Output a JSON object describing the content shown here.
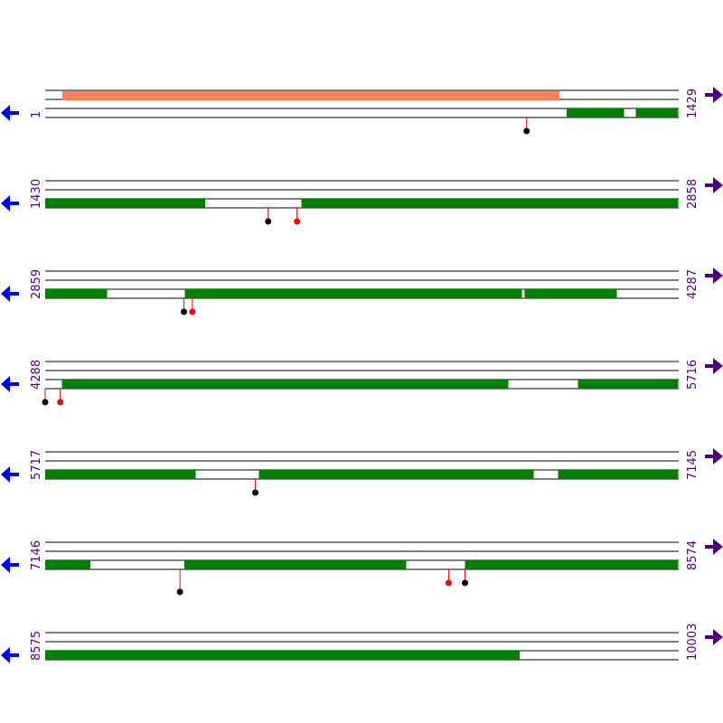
{
  "colors": {
    "track_line": "#000000",
    "frame_fill": "#008000",
    "highlight_fill": "#ff7f50",
    "marker_black": "#000000",
    "marker_red": "#ff0000",
    "stem": "#ff0000",
    "coord_text": "#4b0082",
    "left_arrow": "#0000ff",
    "right_arrow": "#4b0082"
  },
  "icons": {
    "left": "arrow-left-icon",
    "right": "arrow-right-icon"
  },
  "segment_length": 1429,
  "rows": [
    {
      "start": 1,
      "end": 1429,
      "start_label": "1",
      "end_label": "1429",
      "highlights": [
        [
          40,
          1161
        ]
      ],
      "frame_blocks": [
        [
          1177,
          1307
        ],
        [
          1333,
          1429
        ]
      ],
      "markers": [
        {
          "pos": 1087,
          "color": "black",
          "stem_len": 16
        }
      ]
    },
    {
      "start": 1430,
      "end": 2858,
      "start_label": "1430",
      "end_label": "2858",
      "highlights": [],
      "frame_blocks": [
        [
          1430,
          1791
        ],
        [
          2008,
          2858
        ]
      ],
      "markers": [
        {
          "pos": 1933,
          "color": "black",
          "stem_len": 16
        },
        {
          "pos": 1998,
          "color": "red",
          "stem_len": 16
        }
      ]
    },
    {
      "start": 2859,
      "end": 4287,
      "start_label": "2859",
      "end_label": "4287",
      "highlights": [],
      "frame_blocks": [
        [
          2859,
          2999
        ],
        [
          3174,
          3934
        ],
        [
          3940,
          4148
        ]
      ],
      "markers": [
        {
          "pos": 3172,
          "color": "black",
          "stem_len": 16
        },
        {
          "pos": 3191,
          "color": "red",
          "stem_len": 16
        }
      ]
    },
    {
      "start": 4288,
      "end": 5716,
      "start_label": "4288",
      "end_label": "5716",
      "highlights": [],
      "frame_blocks": [
        [
          4326,
          5333
        ],
        [
          5490,
          5716
        ]
      ],
      "markers": [
        {
          "pos": 4288,
          "color": "black",
          "stem_len": 16
        },
        {
          "pos": 4322,
          "color": "red",
          "stem_len": 16
        }
      ]
    },
    {
      "start": 5717,
      "end": 7145,
      "start_label": "5717",
      "end_label": "7145",
      "highlights": [],
      "frame_blocks": [
        [
          5717,
          6056
        ],
        [
          6199,
          6819
        ],
        [
          6874,
          7145
        ]
      ],
      "markers": [
        {
          "pos": 6191,
          "color": "black",
          "stem_len": 16
        }
      ]
    },
    {
      "start": 7146,
      "end": 8574,
      "start_label": "7146",
      "end_label": "8574",
      "highlights": [],
      "frame_blocks": [
        [
          7146,
          7248
        ],
        [
          7460,
          7960
        ],
        [
          8093,
          8574
        ]
      ],
      "markers": [
        {
          "pos": 7450,
          "color": "black",
          "stem_len": 26
        },
        {
          "pos": 8056,
          "color": "red",
          "stem_len": 16
        },
        {
          "pos": 8093,
          "color": "black",
          "stem_len": 16
        }
      ]
    },
    {
      "start": 8575,
      "end": 10003,
      "start_label": "8575",
      "end_label": "10003",
      "highlights": [],
      "frame_blocks": [
        [
          8575,
          9645
        ]
      ],
      "markers": []
    }
  ]
}
